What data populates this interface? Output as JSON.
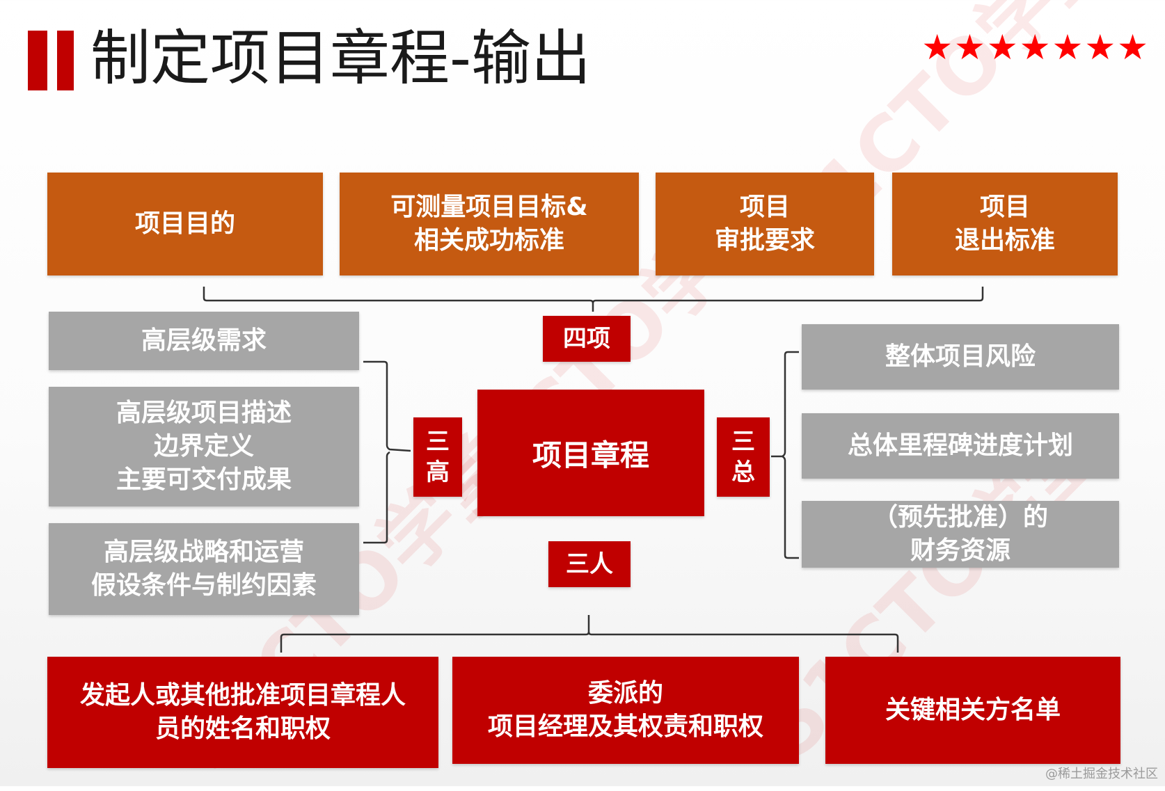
{
  "header": {
    "title": "制定项目章程-输出",
    "stars": "★★★★★★★"
  },
  "top_row": [
    {
      "label": "项目目的"
    },
    {
      "label": "可测量项目目标&\n相关成功标准"
    },
    {
      "label": "项目\n审批要求"
    },
    {
      "label": "项目\n退出标准"
    }
  ],
  "tags": {
    "four": "四项",
    "three_high": "三\n高",
    "three_total": "三\n总",
    "three_people": "三人"
  },
  "center": {
    "label": "项目章程"
  },
  "left_column": [
    {
      "label": "高层级需求"
    },
    {
      "label": "高层级项目描述\n边界定义\n主要可交付成果"
    },
    {
      "label": "高层级战略和运营\n假设条件与制约因素"
    }
  ],
  "right_column": [
    {
      "label": "整体项目风险"
    },
    {
      "label": "总体里程碑进度计划"
    },
    {
      "label": "（预先批准）的\n财务资源"
    }
  ],
  "bottom_row": [
    {
      "label": "发起人或其他批准项目章程人\n员的姓名和职权"
    },
    {
      "label": "委派的\n项目经理及其权责和职权"
    },
    {
      "label": "关键相关方名单"
    }
  ],
  "watermark": "51CTO学堂",
  "credit": "@稀土掘金技术社区",
  "colors": {
    "orange": "#c55a11",
    "gray": "#a6a6a6",
    "red": "#c00000",
    "star": "#ff0000"
  }
}
